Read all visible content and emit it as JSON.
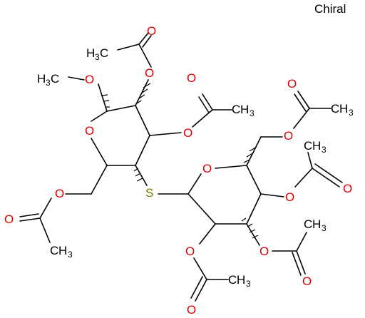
{
  "stereo_label": "Chiral",
  "atoms": {
    "oxygen": "O",
    "sulfur": "S",
    "carbon": "C",
    "hydrogen": "H",
    "h3": "3",
    "h3c": "H3C"
  },
  "colors": {
    "bond": "#000000",
    "oxygen": "#e00000",
    "sulfur": "#7a7a00",
    "text": "#000000"
  }
}
